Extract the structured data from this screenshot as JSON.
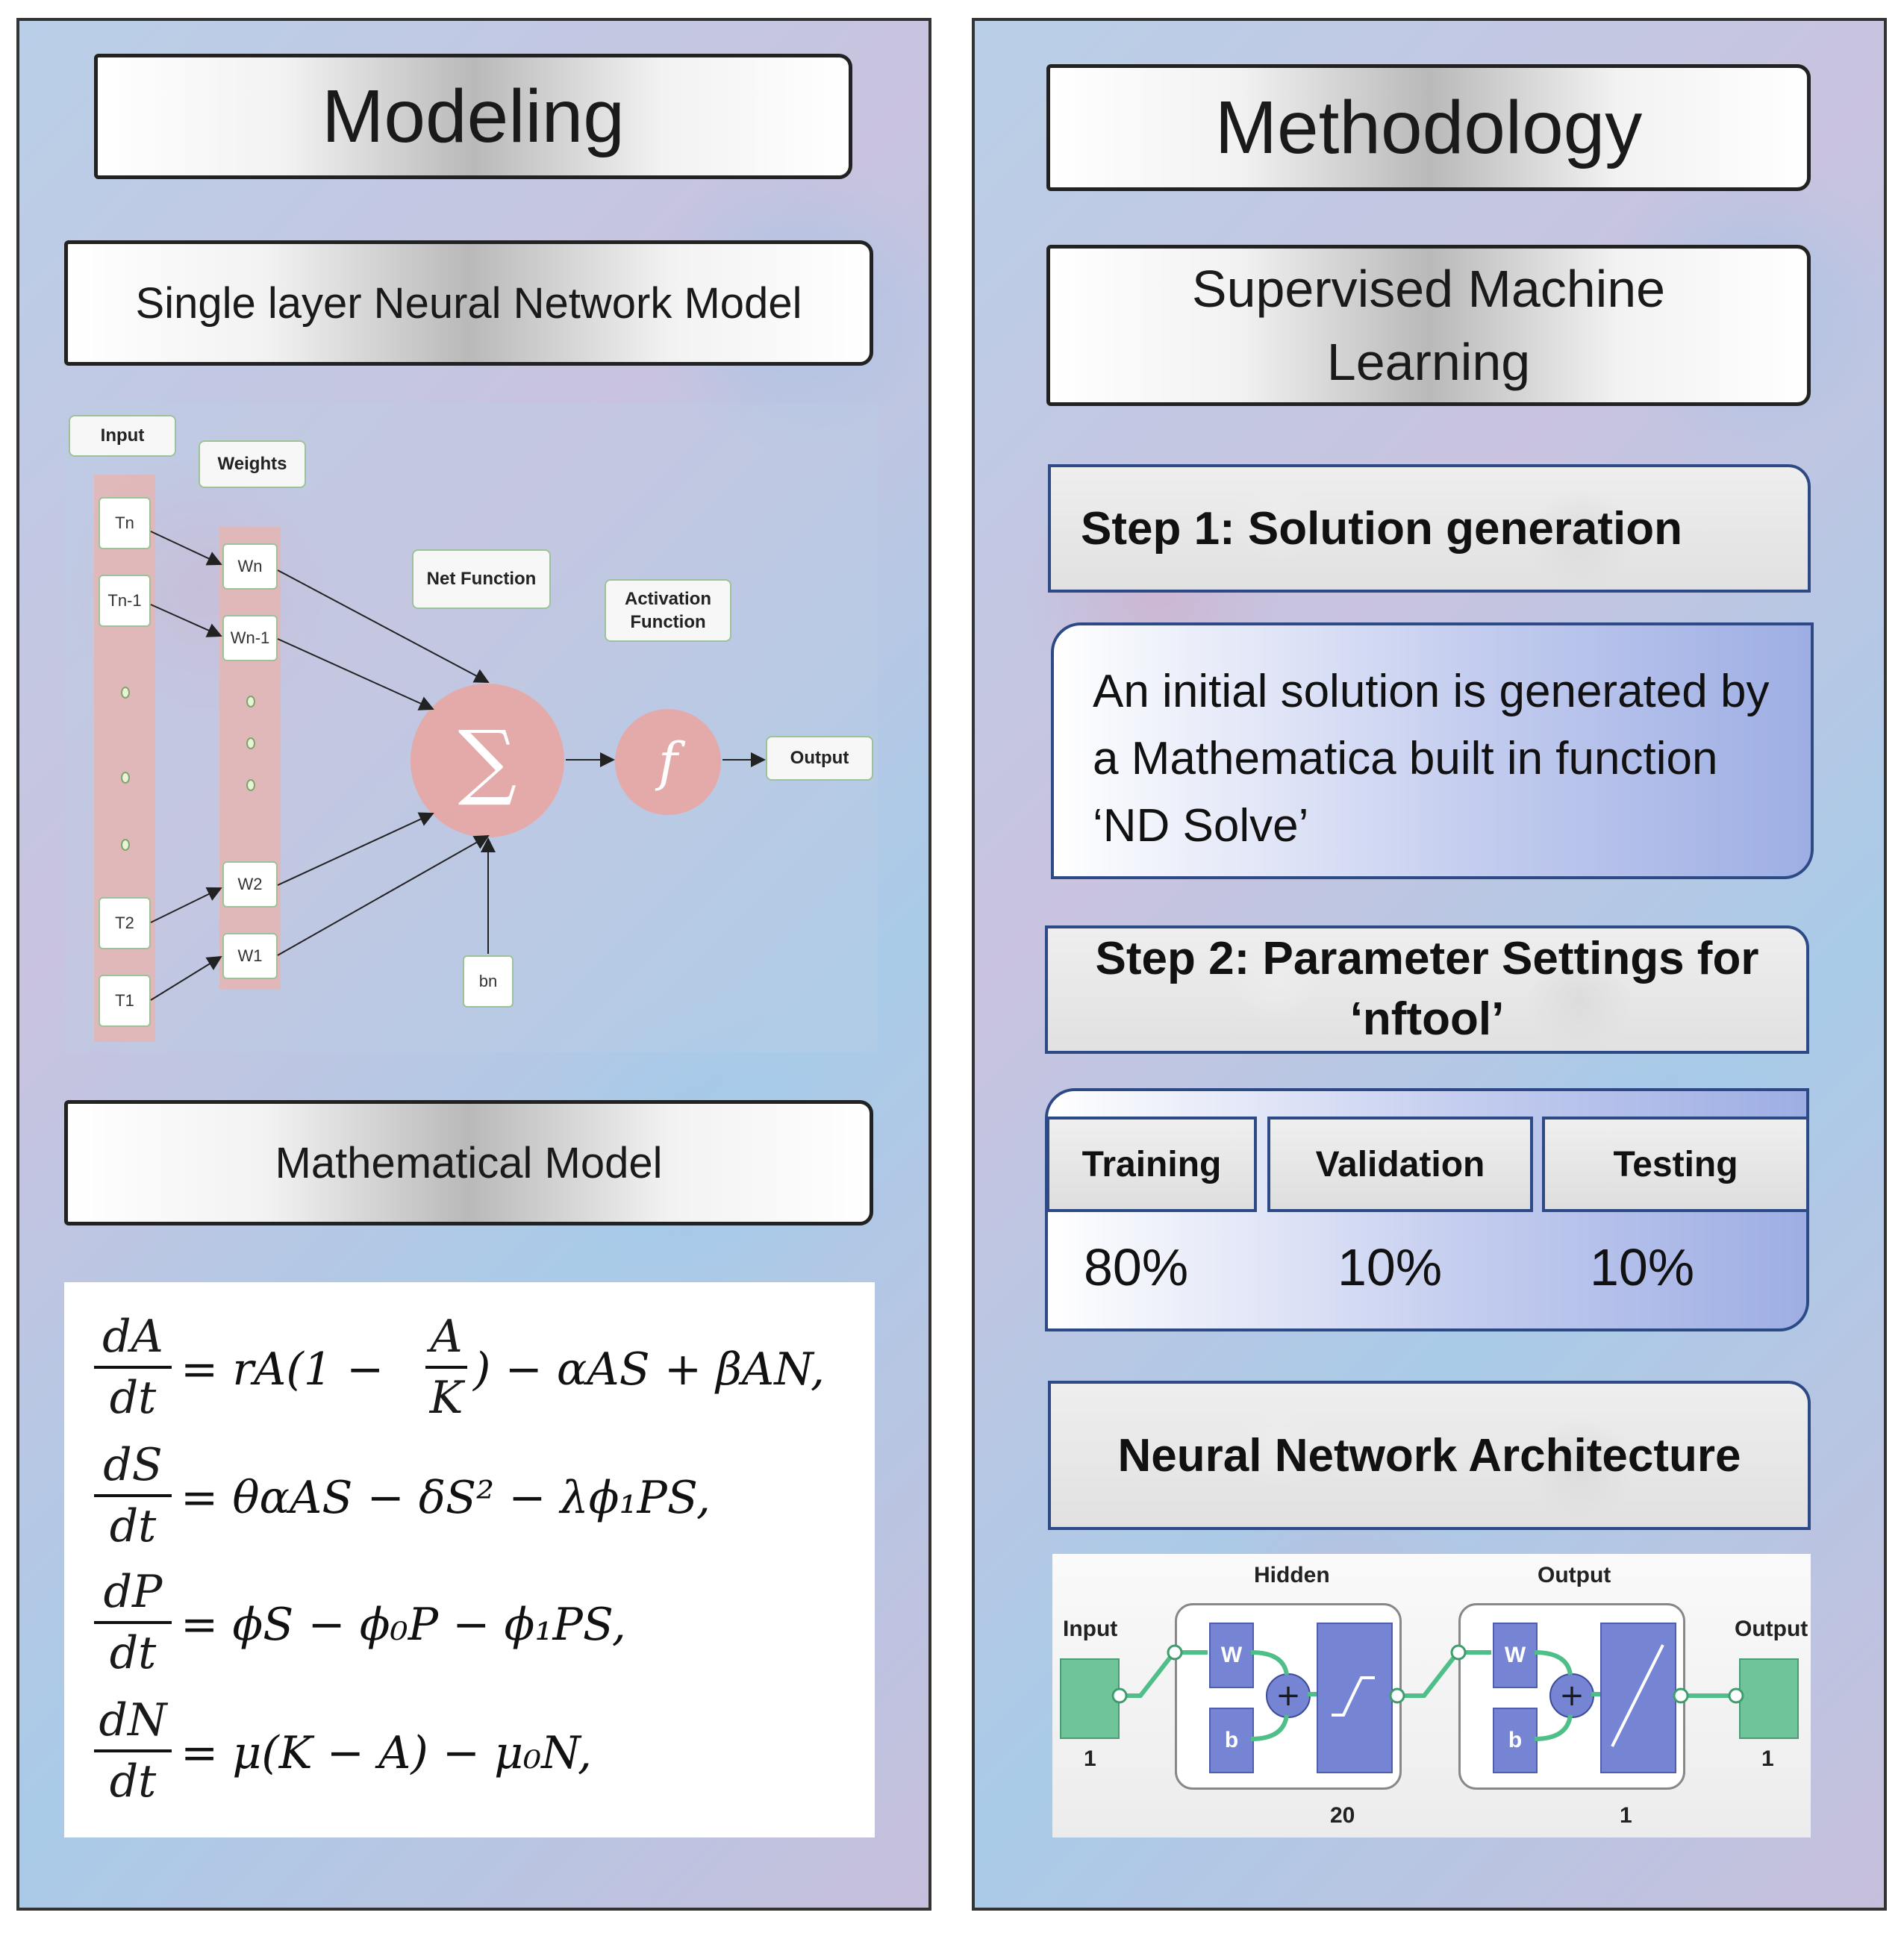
{
  "left": {
    "title": "Modeling",
    "nn_header": "Single layer Neural Network Model",
    "diagram": {
      "input_label": "Input",
      "weights_label": "Weights",
      "net_function_label": "Net Function",
      "activation_label": "Activation Function",
      "output_label": "Output",
      "inputs": [
        "Tn",
        "Tn-1",
        "T2",
        "T1"
      ],
      "weights": [
        "Wn",
        "Wn-1",
        "W2",
        "W1"
      ],
      "bias": "bn",
      "sum_symbol": "∑",
      "activation_symbol": "f"
    },
    "math_header": "Mathematical Model",
    "equations": {
      "eq1": {
        "num": "dA",
        "den": "dt",
        "rhs_a": "= rA(1 −",
        "inner_num": "A",
        "inner_den": "K",
        "rhs_b": ") − αAS + βAN,"
      },
      "eq2": {
        "num": "dS",
        "den": "dt",
        "rhs": "= θαAS − δS² − λϕ₁PS,"
      },
      "eq3": {
        "num": "dP",
        "den": "dt",
        "rhs": "= ϕS − ϕ₀P − ϕ₁PS,"
      },
      "eq4": {
        "num": "dN",
        "den": "dt",
        "rhs": "= μ(K − A) − μ₀N,"
      }
    }
  },
  "right": {
    "title": "Methodology",
    "sml_header": "Supervised Machine Learning",
    "step1": "Step 1: Solution generation",
    "step1_desc": "An initial solution is generated by a Mathematica built in function ‘ND Solve’",
    "step2": "Step 2: Parameter Settings for ‘nftool’",
    "split": {
      "headers": [
        "Training",
        "Validation",
        "Testing"
      ],
      "values": [
        "80%",
        "10%",
        "10%"
      ]
    },
    "arch_header": "Neural Network Architecture",
    "arch": {
      "input_label": "Input",
      "input_size": "1",
      "hidden_label": "Hidden",
      "hidden_size": "20",
      "output_layer_label": "Output",
      "output_layer_size": "1",
      "output_label": "Output",
      "output_size": "1",
      "w": "W",
      "b": "b",
      "plus": "+"
    }
  }
}
